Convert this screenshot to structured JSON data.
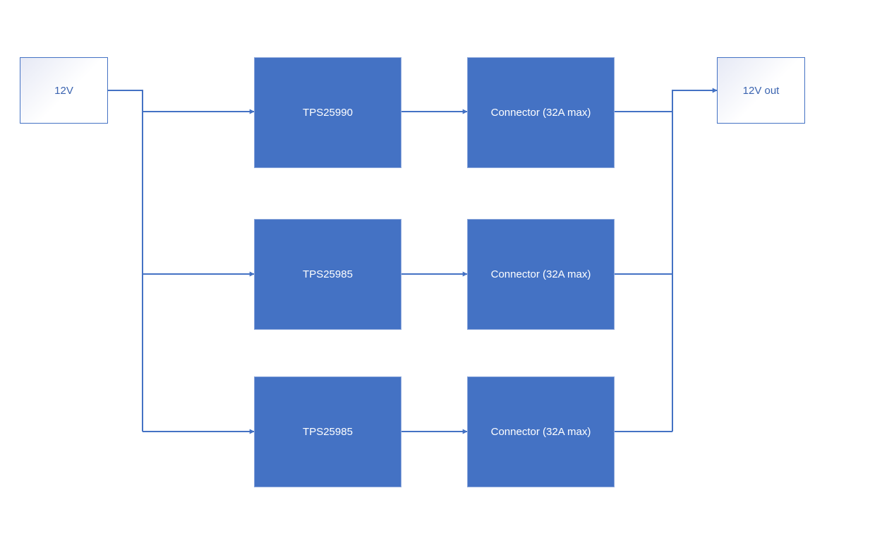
{
  "colors": {
    "block_fill": "#4472c4",
    "wire": "#4472c4",
    "io_text": "#3b64b0",
    "block_text": "#ffffff"
  },
  "input": {
    "label": "12V"
  },
  "output": {
    "label": "12V out"
  },
  "channels": [
    {
      "switch_label": "TPS25990",
      "connector_label": "Connector (32A max)"
    },
    {
      "switch_label": "TPS25985",
      "connector_label": "Connector (32A max)"
    },
    {
      "switch_label": "TPS25985",
      "connector_label": "Connector (32A max)"
    }
  ]
}
